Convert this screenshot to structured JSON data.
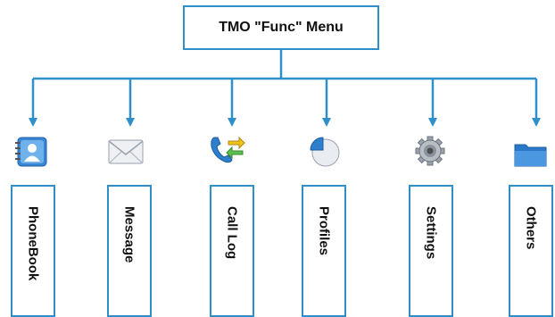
{
  "root": {
    "title": "TMO \"Func\" Menu"
  },
  "items": [
    {
      "label": "PhoneBook",
      "icon": "phonebook-icon"
    },
    {
      "label": "Message",
      "icon": "envelope-icon"
    },
    {
      "label": "Call Log",
      "icon": "call-log-icon"
    },
    {
      "label": "Profiles",
      "icon": "pie-profile-icon"
    },
    {
      "label": "Settings",
      "icon": "gear-icon"
    },
    {
      "label": "Others",
      "icon": "folder-icon"
    }
  ],
  "colors": {
    "line": "#2f8fc8",
    "box_border": "#2f8fc8"
  }
}
